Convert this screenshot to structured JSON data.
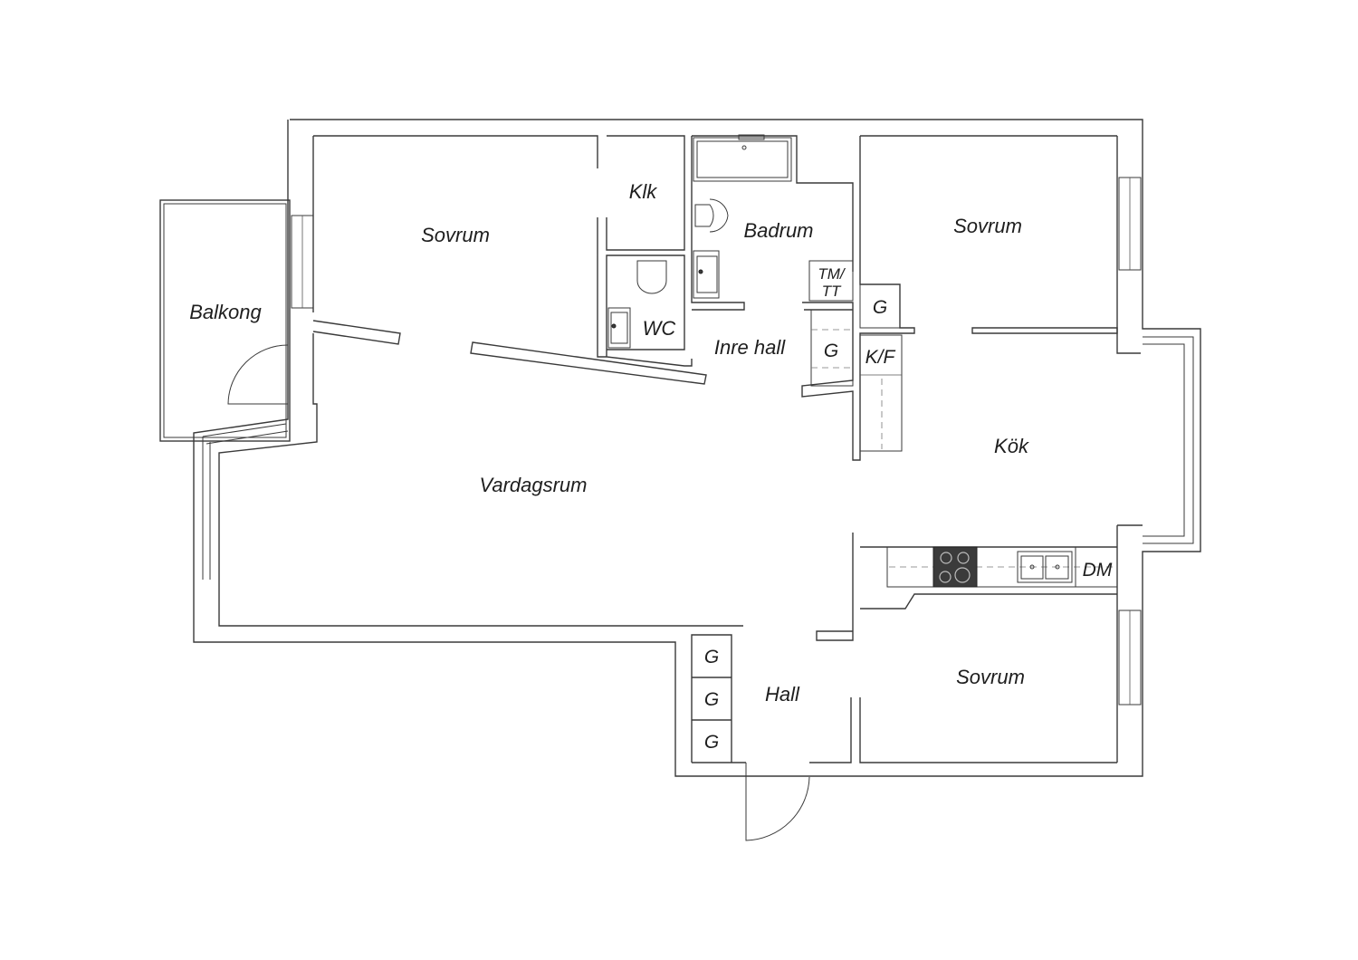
{
  "rooms": {
    "balkong": "Balkong",
    "sovrum_west": "Sovrum",
    "klk": "Klk",
    "badrum": "Badrum",
    "wc": "WC",
    "inre_hall": "Inre hall",
    "sovrum_northeast": "Sovrum",
    "kok": "Kök",
    "vardagsrum": "Vardagsrum",
    "hall": "Hall",
    "sovrum_southeast": "Sovrum"
  },
  "fixtures": {
    "tm_tt_line1": "TM/",
    "tm_tt_line2": "TT",
    "g_inner_top": "G",
    "g_inner_mid": "G",
    "kf": "K/F",
    "dm": "DM",
    "g_hall_1": "G",
    "g_hall_2": "G",
    "g_hall_3": "G"
  },
  "colors": {
    "wall": "#3a3a3a",
    "hob": "#3b3b3b",
    "background": "#ffffff"
  }
}
